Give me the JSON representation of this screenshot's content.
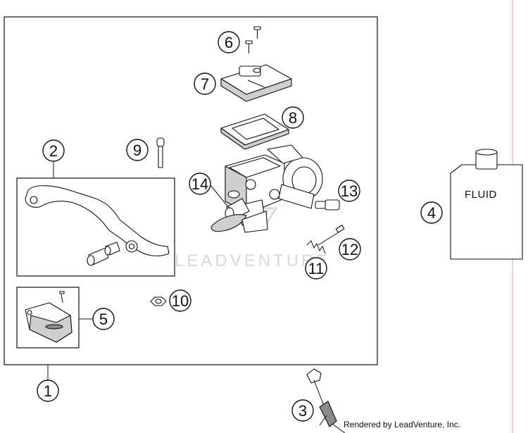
{
  "callouts": [
    {
      "id": "1",
      "label": "1"
    },
    {
      "id": "2",
      "label": "2"
    },
    {
      "id": "3",
      "label": "3"
    },
    {
      "id": "4",
      "label": "4"
    },
    {
      "id": "5",
      "label": "5"
    },
    {
      "id": "6",
      "label": "6"
    },
    {
      "id": "7",
      "label": "7"
    },
    {
      "id": "8",
      "label": "8"
    },
    {
      "id": "9",
      "label": "9"
    },
    {
      "id": "10",
      "label": "10"
    },
    {
      "id": "11",
      "label": "11"
    },
    {
      "id": "12",
      "label": "12"
    },
    {
      "id": "13",
      "label": "13"
    },
    {
      "id": "14",
      "label": "14"
    }
  ],
  "fluid_label": "FLUID",
  "watermark": "LEADVENTURE",
  "credit": "Rendered by LeadVenture, Inc.",
  "colors": {
    "line": "#111111",
    "shade": "#cfcfcf",
    "watermark": "#d9d9d9"
  }
}
